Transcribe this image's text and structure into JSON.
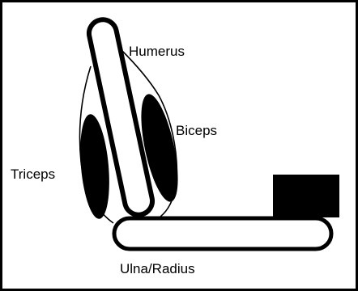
{
  "labels": {
    "humerus": "Humerus",
    "biceps": "Biceps",
    "triceps": "Triceps",
    "ulna_radius": "Ulna/Radius"
  },
  "colors": {
    "stroke": "#000000",
    "fill_dark": "#000000",
    "background": "#ffffff"
  }
}
